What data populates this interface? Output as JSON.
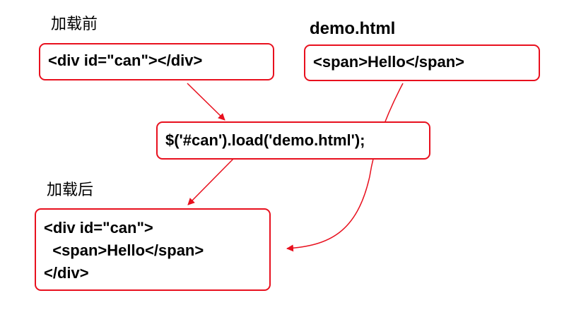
{
  "labels": {
    "before": "加载前",
    "after": "加载后",
    "file": "demo.html"
  },
  "boxes": {
    "before_code": "<div id=\"can\"></div>",
    "file_code": "<span>Hello</span>",
    "call_code": "$('#can').load('demo.html');",
    "after_code": {
      "line1": "<div id=\"can\">",
      "line2": "  <span>Hello</span>",
      "line3": "</div>"
    }
  },
  "colors": {
    "accent": "#e8101e",
    "text": "#000000",
    "background": "#ffffff"
  }
}
